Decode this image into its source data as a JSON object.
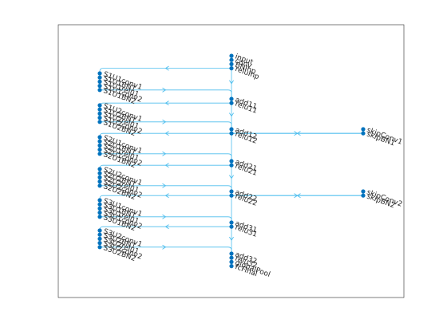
{
  "colors": {
    "node": "#0072bd",
    "edge": "#4dbeee",
    "text": "#262626",
    "axes": "#262626"
  },
  "graph": {
    "layout": "layered",
    "columns": [
      {
        "name": "left"
      },
      {
        "name": "center"
      },
      {
        "name": "right"
      }
    ],
    "nodes": [
      {
        "id": "input",
        "col": 1,
        "row": 0,
        "stack": 0
      },
      {
        "id": "conv",
        "col": 1,
        "row": 0,
        "stack": 1
      },
      {
        "id": "BNInp",
        "col": 1,
        "row": 0,
        "stack": 2
      },
      {
        "id": "reluInp",
        "col": 1,
        "row": 0,
        "stack": 3
      },
      {
        "id": "S1U1conv1",
        "col": 0,
        "row": 1,
        "stack": 0
      },
      {
        "id": "S1U1BN1",
        "col": 0,
        "row": 1,
        "stack": 1
      },
      {
        "id": "S1U1relu1",
        "col": 0,
        "row": 1,
        "stack": 2
      },
      {
        "id": "S1U1conv2",
        "col": 0,
        "row": 1,
        "stack": 3
      },
      {
        "id": "S1U1BN2",
        "col": 0,
        "row": 1,
        "stack": 4
      },
      {
        "id": "add11",
        "col": 1,
        "row": 2,
        "stack": 0
      },
      {
        "id": "relu11",
        "col": 1,
        "row": 2,
        "stack": 1
      },
      {
        "id": "S1U2conv1",
        "col": 0,
        "row": 3,
        "stack": 0
      },
      {
        "id": "S1U2BN1",
        "col": 0,
        "row": 3,
        "stack": 1
      },
      {
        "id": "S1U2relu1",
        "col": 0,
        "row": 3,
        "stack": 2
      },
      {
        "id": "S1U2conv2",
        "col": 0,
        "row": 3,
        "stack": 3
      },
      {
        "id": "S1U2BN2",
        "col": 0,
        "row": 3,
        "stack": 4
      },
      {
        "id": "add12",
        "col": 1,
        "row": 4,
        "stack": 0
      },
      {
        "id": "relu12",
        "col": 1,
        "row": 4,
        "stack": 1
      },
      {
        "id": "skipConv1",
        "col": 2,
        "row": 4,
        "stack": 0
      },
      {
        "id": "skipBN1",
        "col": 2,
        "row": 4,
        "stack": 1
      },
      {
        "id": "S2U1conv1",
        "col": 0,
        "row": 5,
        "stack": 0
      },
      {
        "id": "S2U1BN1",
        "col": 0,
        "row": 5,
        "stack": 1
      },
      {
        "id": "S2U1relu1",
        "col": 0,
        "row": 5,
        "stack": 2
      },
      {
        "id": "S2U1conv2",
        "col": 0,
        "row": 5,
        "stack": 3
      },
      {
        "id": "S2U1BN2",
        "col": 0,
        "row": 5,
        "stack": 4
      },
      {
        "id": "add21",
        "col": 1,
        "row": 6,
        "stack": 0
      },
      {
        "id": "relu21",
        "col": 1,
        "row": 6,
        "stack": 1
      },
      {
        "id": "S2U2conv1",
        "col": 0,
        "row": 7,
        "stack": 0
      },
      {
        "id": "S2U2BN1",
        "col": 0,
        "row": 7,
        "stack": 1
      },
      {
        "id": "S2U2relu1",
        "col": 0,
        "row": 7,
        "stack": 2
      },
      {
        "id": "S2U2conv2",
        "col": 0,
        "row": 7,
        "stack": 3
      },
      {
        "id": "S2U2BN2",
        "col": 0,
        "row": 7,
        "stack": 4
      },
      {
        "id": "add22",
        "col": 1,
        "row": 8,
        "stack": 0
      },
      {
        "id": "relu22",
        "col": 1,
        "row": 8,
        "stack": 1
      },
      {
        "id": "skipConv2",
        "col": 2,
        "row": 8,
        "stack": 0
      },
      {
        "id": "skipBN2",
        "col": 2,
        "row": 8,
        "stack": 1
      },
      {
        "id": "S3U1conv1",
        "col": 0,
        "row": 9,
        "stack": 0
      },
      {
        "id": "S3U1BN1",
        "col": 0,
        "row": 9,
        "stack": 1
      },
      {
        "id": "S3U1relu1",
        "col": 0,
        "row": 9,
        "stack": 2
      },
      {
        "id": "S3U1conv2",
        "col": 0,
        "row": 9,
        "stack": 3
      },
      {
        "id": "S3U1BN2",
        "col": 0,
        "row": 9,
        "stack": 4
      },
      {
        "id": "add31",
        "col": 1,
        "row": 10,
        "stack": 0
      },
      {
        "id": "relu31",
        "col": 1,
        "row": 10,
        "stack": 1
      },
      {
        "id": "S3U2conv1",
        "col": 0,
        "row": 11,
        "stack": 0
      },
      {
        "id": "S3U2BN1",
        "col": 0,
        "row": 11,
        "stack": 1
      },
      {
        "id": "S3U2relu1",
        "col": 0,
        "row": 11,
        "stack": 2
      },
      {
        "id": "S3U2conv2",
        "col": 0,
        "row": 11,
        "stack": 3
      },
      {
        "id": "S3U2BN2",
        "col": 0,
        "row": 11,
        "stack": 4
      },
      {
        "id": "add32",
        "col": 1,
        "row": 12,
        "stack": 0
      },
      {
        "id": "relu32",
        "col": 1,
        "row": 12,
        "stack": 1
      },
      {
        "id": "globalPool",
        "col": 1,
        "row": 12,
        "stack": 2
      },
      {
        "id": "fcFinal",
        "col": 1,
        "row": 12,
        "stack": 3
      }
    ],
    "edges": [
      [
        "reluInp",
        "S1U1conv1"
      ],
      [
        "reluInp",
        "add11"
      ],
      [
        "S1U1BN2",
        "add11"
      ],
      [
        "relu11",
        "S1U2conv1"
      ],
      [
        "relu11",
        "add12"
      ],
      [
        "S1U2BN2",
        "add12"
      ],
      [
        "relu12",
        "S2U1conv1"
      ],
      [
        "relu12",
        "skipConv1"
      ],
      [
        "skipBN1",
        "add21"
      ],
      [
        "S2U1BN2",
        "add21"
      ],
      [
        "relu21",
        "S2U2conv1"
      ],
      [
        "relu21",
        "add22"
      ],
      [
        "S2U2BN2",
        "add22"
      ],
      [
        "relu22",
        "S3U1conv1"
      ],
      [
        "relu22",
        "skipConv2"
      ],
      [
        "skipBN2",
        "add31"
      ],
      [
        "S3U1BN2",
        "add31"
      ],
      [
        "relu31",
        "S3U2conv1"
      ],
      [
        "relu31",
        "add32"
      ],
      [
        "S3U2BN2",
        "add32"
      ]
    ]
  }
}
